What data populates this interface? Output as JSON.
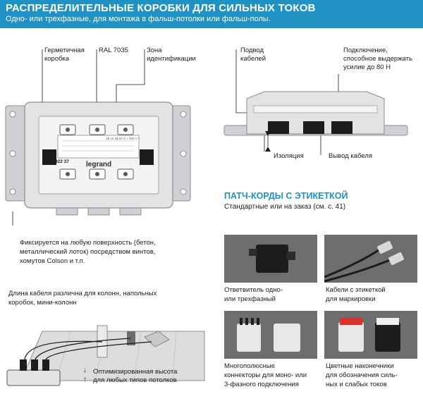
{
  "header": {
    "title": "РАСПРЕДЕЛИТЕЛЬНЫЕ КОРОБКИ ДЛЯ СИЛЬНЫХ ТОКОВ",
    "subtitle": "Одно- или трехфазные, для монтажа в фальш-потолки или фальш-полы."
  },
  "box_callouts": {
    "sealed": "Герметичная\nкоробка",
    "ral": "RAL 7035",
    "id_zone": "Зона\nидентификации",
    "mounting": "Фиксируется на любую поверхность (бетон,\nметаллический лоток) посредством винтов,\nхомутов Colson и т.п."
  },
  "box_markings": {
    "ref": "922 37",
    "brand": "legrand",
    "rating": "1ϕ ou 3ϕ 32 A ~ 250 V ~"
  },
  "side_callouts": {
    "cable_entry": "Подвод\nкабелей",
    "connection": "Подключение,\nспособное выдержать\nусилие до 80 Н",
    "insulation": "Изоляция",
    "cable_exit": "Вывод кабеля"
  },
  "cable_section": {
    "length_text": "Длина кабеля различна для колонн, напольных\nкоробок, мини-колонн",
    "height_text": "Оптимизированная высота\nдля любых типов потолков",
    "arrow_down": "↓",
    "arrow_up": "↑"
  },
  "patch_section": {
    "title": "ПАТЧ-КОРДЫ С ЭТИКЕТКОЙ",
    "subtitle": "Стандартные или на заказ (см. с. 41)",
    "items": [
      {
        "caption": "Ответвитель одно-\nили трехфазный"
      },
      {
        "caption": "Кабели с этикеткой\nдля маркировки"
      },
      {
        "caption": "Многополюсные\nконнекторы для моно- или\n3-фазного подключения"
      },
      {
        "caption": "Цветные наконечники\nдля обозначения силь-\nных и слабых токов"
      }
    ]
  },
  "colors": {
    "accent": "#1f91c2",
    "box_grey": "#e2e3e5",
    "photo_grey": "#6d6e70"
  }
}
